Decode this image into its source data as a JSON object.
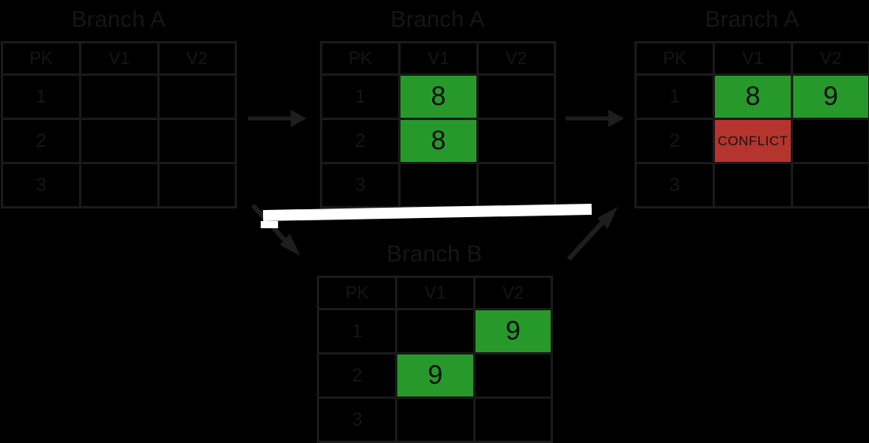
{
  "diagram": {
    "title_text": "Branch merge conflict diagram",
    "colors": {
      "background": "#000000",
      "grid_line": "#1a1a1a",
      "text": "#161616",
      "highlight_green": "#27992b",
      "conflict_red": "#b5342e",
      "band_white": "#ffffff"
    }
  },
  "panels": [
    {
      "id": "panel-base",
      "title": "Branch A",
      "headers": [
        "PK",
        "V1",
        "V2"
      ],
      "rows": [
        {
          "cells": [
            {
              "text": "1",
              "state": "plain"
            },
            {
              "text": "",
              "state": "plain"
            },
            {
              "text": "",
              "state": "plain"
            }
          ]
        },
        {
          "cells": [
            {
              "text": "2",
              "state": "plain"
            },
            {
              "text": "",
              "state": "plain"
            },
            {
              "text": "",
              "state": "plain"
            }
          ]
        },
        {
          "cells": [
            {
              "text": "3",
              "state": "plain"
            },
            {
              "text": "",
              "state": "plain"
            },
            {
              "text": "",
              "state": "plain"
            }
          ]
        }
      ]
    },
    {
      "id": "panel-branch-a",
      "title": "Branch A",
      "headers": [
        "PK",
        "V1",
        "V2"
      ],
      "rows": [
        {
          "cells": [
            {
              "text": "1",
              "state": "plain"
            },
            {
              "text": "8",
              "state": "green"
            },
            {
              "text": "",
              "state": "plain"
            }
          ]
        },
        {
          "cells": [
            {
              "text": "2",
              "state": "plain"
            },
            {
              "text": "8",
              "state": "green"
            },
            {
              "text": "",
              "state": "plain"
            }
          ]
        },
        {
          "cells": [
            {
              "text": "3",
              "state": "plain"
            },
            {
              "text": "",
              "state": "plain"
            },
            {
              "text": "",
              "state": "plain"
            }
          ]
        }
      ]
    },
    {
      "id": "panel-merged",
      "title": "Branch A",
      "headers": [
        "PK",
        "V1",
        "V2"
      ],
      "rows": [
        {
          "cells": [
            {
              "text": "1",
              "state": "plain"
            },
            {
              "text": "8",
              "state": "green"
            },
            {
              "text": "9",
              "state": "green"
            }
          ]
        },
        {
          "cells": [
            {
              "text": "2",
              "state": "plain"
            },
            {
              "text": "CONFLICT",
              "state": "red"
            },
            {
              "text": "",
              "state": "plain"
            }
          ]
        },
        {
          "cells": [
            {
              "text": "3",
              "state": "plain"
            },
            {
              "text": "",
              "state": "plain"
            },
            {
              "text": "",
              "state": "plain"
            }
          ]
        }
      ]
    },
    {
      "id": "panel-branch-b",
      "title": "Branch B",
      "headers": [
        "PK",
        "V1",
        "V2"
      ],
      "rows": [
        {
          "cells": [
            {
              "text": "1",
              "state": "plain"
            },
            {
              "text": "",
              "state": "plain"
            },
            {
              "text": "9",
              "state": "green"
            }
          ]
        },
        {
          "cells": [
            {
              "text": "2",
              "state": "plain"
            },
            {
              "text": "9",
              "state": "green"
            },
            {
              "text": "",
              "state": "plain"
            }
          ]
        },
        {
          "cells": [
            {
              "text": "3",
              "state": "plain"
            },
            {
              "text": "",
              "state": "plain"
            },
            {
              "text": "",
              "state": "plain"
            }
          ]
        }
      ]
    }
  ],
  "arrows": [
    {
      "id": "arrow-base-to-a",
      "direction": "right"
    },
    {
      "id": "arrow-a-to-merged",
      "direction": "right"
    },
    {
      "id": "arrow-base-to-b",
      "direction": "down-right"
    },
    {
      "id": "arrow-b-to-merged",
      "direction": "up-right"
    }
  ]
}
